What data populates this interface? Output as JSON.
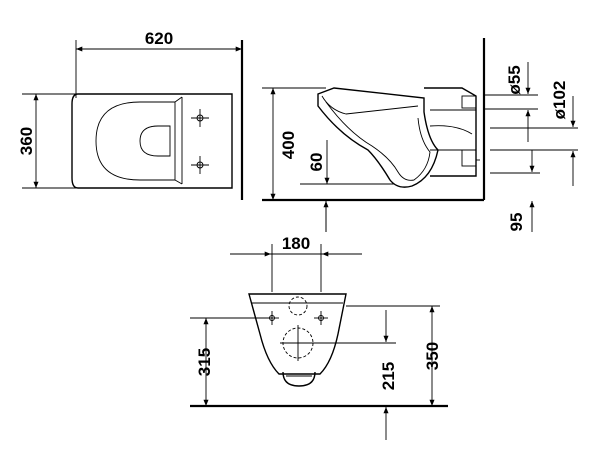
{
  "top_view": {
    "width_label": "620",
    "depth_label": "360"
  },
  "side_view": {
    "height_label": "400",
    "offset_label": "60",
    "pipe_small_label": "ø55",
    "pipe_large_label": "ø102",
    "floor_label": "95"
  },
  "rear_view": {
    "spacing_label": "180",
    "lower_label": "215",
    "mid_label": "315",
    "upper_label": "350"
  }
}
